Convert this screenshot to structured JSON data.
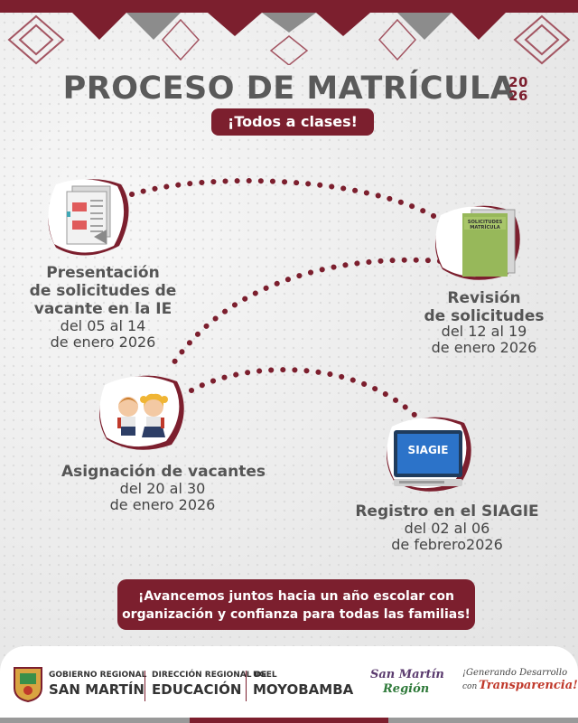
{
  "header": {
    "title": "PROCESO DE MATRÍCULA",
    "year": "2026",
    "subtitle": "¡Todos a clases!"
  },
  "steps": [
    {
      "title_lines": [
        "Presentación",
        "de solicitudes de",
        "vacante en la IE"
      ],
      "date_lines": [
        "del 05 al 14",
        "de enero 2026"
      ],
      "icon": "documents-icon"
    },
    {
      "title_lines": [
        "Revisión",
        "de solicitudes"
      ],
      "date_lines": [
        "del 12 al 19",
        "de enero 2026"
      ],
      "icon": "folder-icon",
      "folder_label": "SOLICITUDES MATRÍCULA"
    },
    {
      "title_lines": [
        "Asignación de vacantes"
      ],
      "date_lines": [
        "del 20 al 30",
        "de enero 2026"
      ],
      "icon": "students-icon"
    },
    {
      "title_lines": [
        "Registro en el SIAGIE"
      ],
      "date_lines": [
        "del 02 al 06",
        "de febrero2026"
      ],
      "icon": "computer-icon",
      "screen_label": "SIAGIE"
    }
  ],
  "banner": {
    "lines": [
      "¡Avancemos juntos hacia un año escolar con",
      "organización y confianza para todas las familias!"
    ]
  },
  "footer": {
    "gov_line1": "GOBIERNO REGIONAL",
    "gov_line2": "SAN MARTÍN",
    "dre_line1": "DIRECCIÓN REGIONAL DE",
    "dre_line2": "EDUCACIÓN",
    "ugel_line1": "UGEL",
    "ugel_line2": "MOYOBAMBA",
    "region_line1": "San Martín",
    "region_line2": "Región",
    "slogan_line1": "¡Generando Desarrollo",
    "slogan_line2": "con",
    "slogan_line3": "Transparencia!"
  },
  "colors": {
    "accent": "#7c1f2e",
    "text": "#555555",
    "background": "#eeeeee"
  }
}
